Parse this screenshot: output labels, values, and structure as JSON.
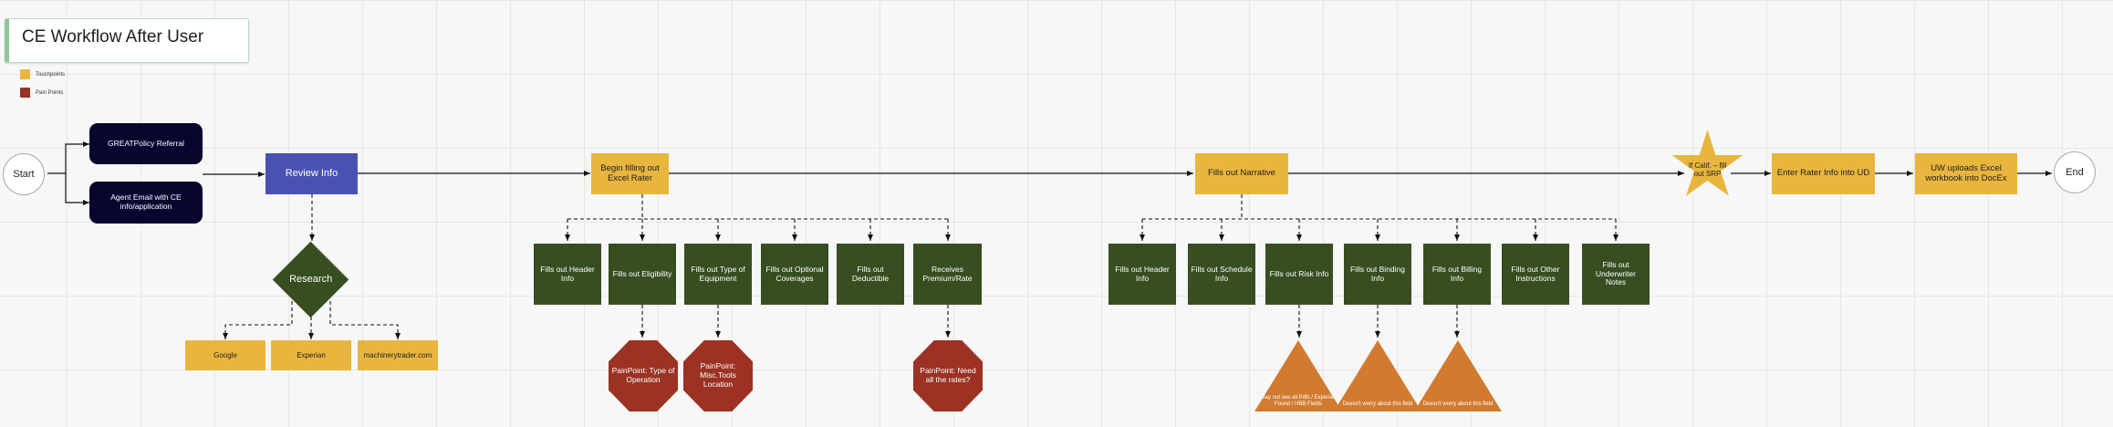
{
  "board": {
    "title": "CE Workflow After User"
  },
  "legend": [
    {
      "label": "Touchpoints",
      "color": "#e8b63e"
    },
    {
      "label": "Pain Points",
      "color": "#9b3223"
    }
  ],
  "nodes": {
    "start": "Start",
    "great_policy": "GREATPolicy Referral",
    "agent_email": "Agent Email with CE info/application",
    "review_info": "Review Info",
    "research": "Research",
    "google": "Google",
    "experian": "Experian",
    "machinerytrader": "machinerytrader.com",
    "begin_excel": "Begin filling out Excel Rater",
    "fill_header": "Fills out Header Info",
    "fill_eligibility": "Fills out Eligibility",
    "fill_equipment": "Fills out Type of Equipment",
    "fill_optional": "Fills out Optional Coverages",
    "fill_deductible": "Fills out Deductible",
    "receives_premium": "Receives Premium/Rate",
    "pain_operation": "PainPoint: Type of Operation",
    "pain_tools": "PainPoint: Misc.Tools Location",
    "pain_rates": "PainPoint: Need all the rates?",
    "fill_narrative": "Fills out Narrative",
    "narr_header": "Fills out Header Info",
    "narr_schedule": "Fills out Schedule Info",
    "narr_risk": "Fills out Risk Info",
    "narr_binding": "Fills out Binding Info",
    "narr_billing": "Fills out Billing Info",
    "narr_other": "Fills out Other Instructions",
    "narr_uw_notes": "Fills out Underwriter Notes",
    "tri_risk": "May not see all Pdfs / Experian Found / HBB Fields",
    "tri_binding": "Doesn't worry about this field",
    "tri_billing": "Doesn't worry about this field",
    "if_calif": "If Calif. – fill out SRP",
    "enter_rater": "Enter Rater Info into UD",
    "uw_uploads": "UW uploads Excel workbook into DocEx",
    "end": "End"
  },
  "colors": {
    "navy": "#06062f",
    "blue": "#4a52b1",
    "yellow": "#e8b63e",
    "green": "#374e21",
    "red": "#9b3223",
    "orange": "#d27a2f"
  }
}
